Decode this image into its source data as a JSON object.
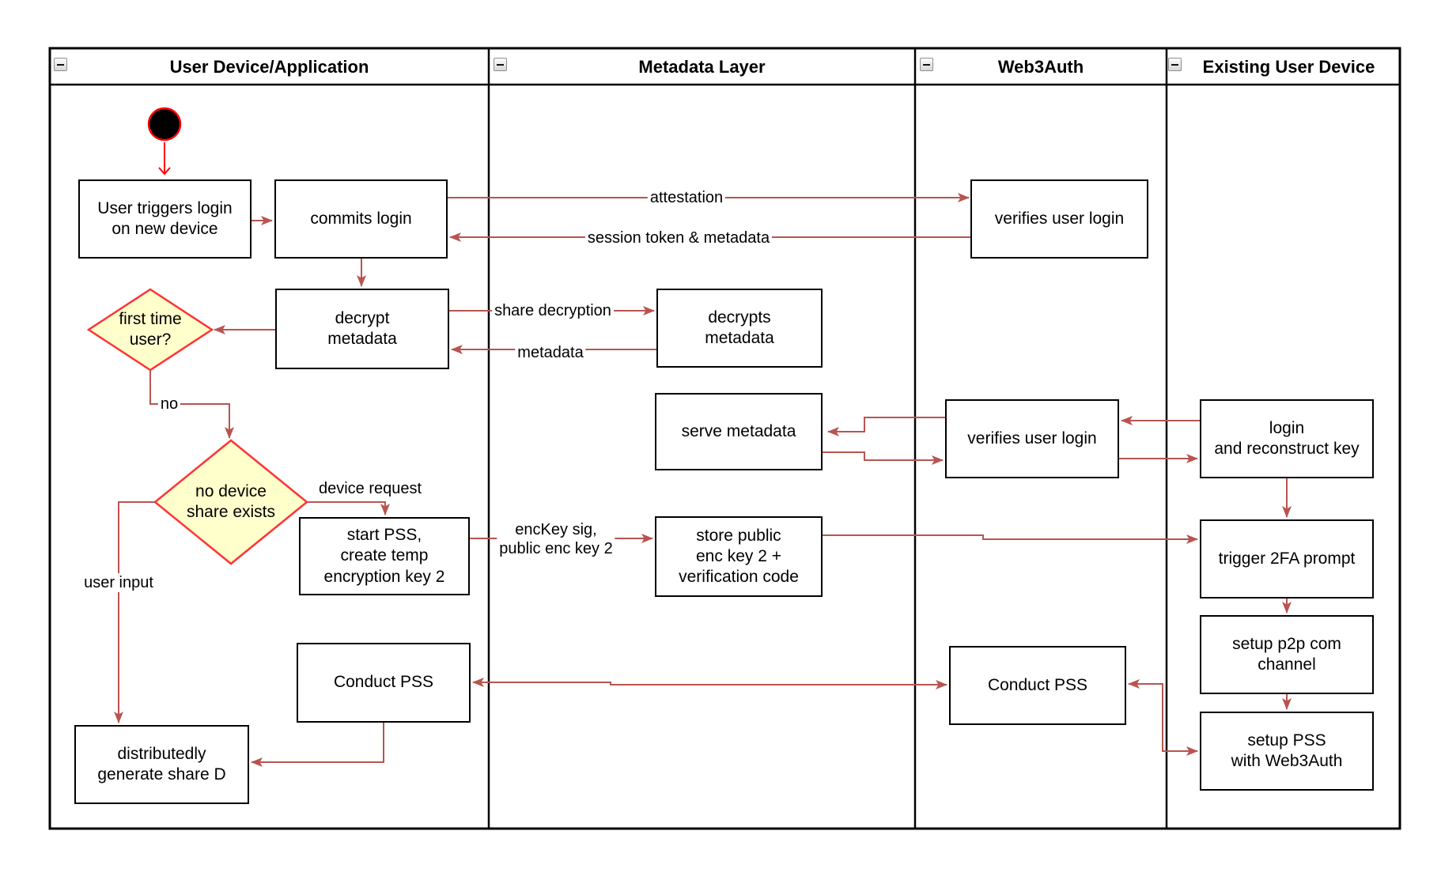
{
  "diagram": {
    "lanes": [
      {
        "title": "User Device/Application"
      },
      {
        "title": "Metadata Layer"
      },
      {
        "title": "Web3Auth"
      },
      {
        "title": "Existing User Device"
      }
    ],
    "nodes": {
      "user_triggers": {
        "label": "User triggers login\non new device"
      },
      "commits_login": {
        "label": "commits login"
      },
      "decrypt_metadata": {
        "label": "decrypt\nmetadata"
      },
      "first_time_user": {
        "label": "first time\nuser?"
      },
      "no_device_share": {
        "label": "no device\nshare exists"
      },
      "start_pss": {
        "label": "start PSS,\ncreate temp\nencryption key 2"
      },
      "conduct_pss_user": {
        "label": "Conduct PSS"
      },
      "distributedly_generate": {
        "label": "distributedly\ngenerate share D"
      },
      "decrypts_metadata": {
        "label": "decrypts\nmetadata"
      },
      "serve_metadata": {
        "label": "serve metadata"
      },
      "store_public": {
        "label": "store public\nenc key 2 +\nverification code"
      },
      "verifies_login_1": {
        "label": "verifies user login"
      },
      "verifies_login_2": {
        "label": "verifies user login"
      },
      "conduct_pss_web3auth": {
        "label": "Conduct PSS"
      },
      "login_reconstruct": {
        "label": "login\nand reconstruct key"
      },
      "trigger_2fa": {
        "label": "trigger 2FA prompt"
      },
      "setup_p2p": {
        "label": "setup p2p com\nchannel"
      },
      "setup_pss": {
        "label": "setup PSS\nwith Web3Auth"
      }
    },
    "edge_labels": {
      "attestation": "attestation",
      "session_token": "session token & metadata",
      "share_decryption": "share decryption",
      "metadata": "metadata",
      "no": "no",
      "device_request": "device request",
      "user_input": "user input",
      "enc_key": "encKey sig,\npublic enc key 2"
    },
    "colors": {
      "arrow": "#b85450",
      "start_arrow": "#ff0000",
      "decision_fill": "#ffffcc",
      "decision_stroke": "#ff3333",
      "node_fill": "#ffffff",
      "node_stroke": "#000000",
      "frame_stroke": "#000000"
    }
  }
}
